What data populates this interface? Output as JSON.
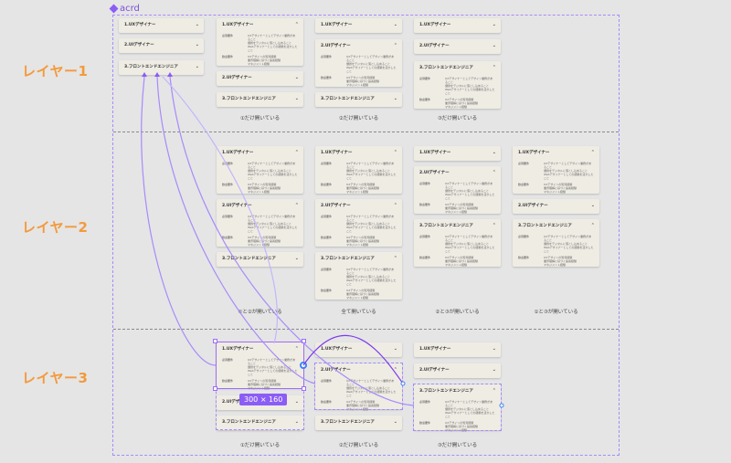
{
  "frame": {
    "name": "acrd"
  },
  "layers": [
    "レイヤー1",
    "レイヤー2",
    "レイヤー3"
  ],
  "items": {
    "uiux": "1.UXデザイナー",
    "ui": "2.UIデザイナー",
    "fe": "3.フロントエンドエンジニア"
  },
  "detail": {
    "k1": "必須要件",
    "v1": [
      "UXデザイナーとしてデザイン業務があること",
      "課題をデジタルに落とし込めること",
      "Webデザイナーとしての経験を活かしたこと"
    ],
    "k2": "歓迎要件",
    "v2": [
      "UXデザインの知見経験",
      "業界理解に基づく提案経験",
      "マネジメント経験"
    ]
  },
  "captions": {
    "l1": [
      "①だけ開いている",
      "②だけ開いている",
      "③だけ開いている"
    ],
    "l2": [
      "①と②が開いている",
      "全て開いている",
      "②と③が開いている",
      "①と③が開いている"
    ],
    "l3": [
      "①だけ開いている",
      "②だけ開いている",
      "③だけ開いている"
    ]
  },
  "selection": {
    "size_label": "300 × 160"
  },
  "colors": {
    "accent": "#8b5cf6",
    "layer_label": "#f39a3c",
    "card": "#efece4"
  }
}
